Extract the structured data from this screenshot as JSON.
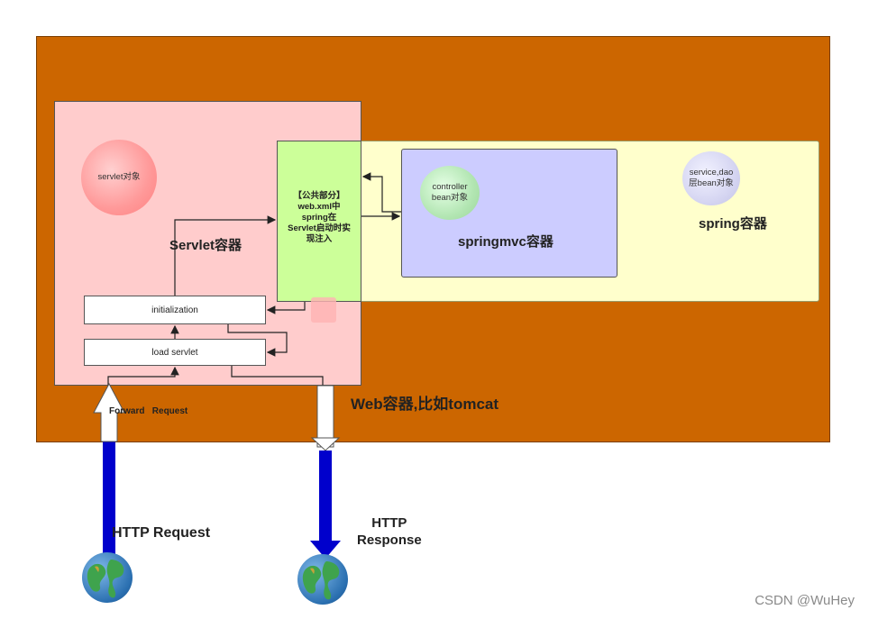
{
  "containers": {
    "web": "Web容器,比如tomcat",
    "servlet": "Servlet容器",
    "spring": "spring容器",
    "springmvc": "springmvc容器"
  },
  "shared_part": {
    "text": "【公共部分】\nweb.xml中\nspring在\nServlet启动时实\n现注入"
  },
  "bubbles": {
    "servlet_object": "servlet对象",
    "controller_bean_line1": "controller",
    "controller_bean_line2": "bean对象",
    "service_dao_line1": "service,dao",
    "service_dao_line2": "层bean对象"
  },
  "steps": {
    "initialization": "initialization",
    "load_servlet": "load servlet"
  },
  "labels": {
    "forward_request": "Forward   Request",
    "http_request": "HTTP Request",
    "http_response_line1": "HTTP",
    "http_response_line2": "Response"
  },
  "watermark": "CSDN @WuHey",
  "colors": {
    "web_container": "#cc6600",
    "servlet_container": "#ffcccc",
    "spring_container": "#ffffcc",
    "springmvc_container": "#ccccff",
    "shared_part": "#ccff99",
    "http_arrow": "#0000cc"
  }
}
